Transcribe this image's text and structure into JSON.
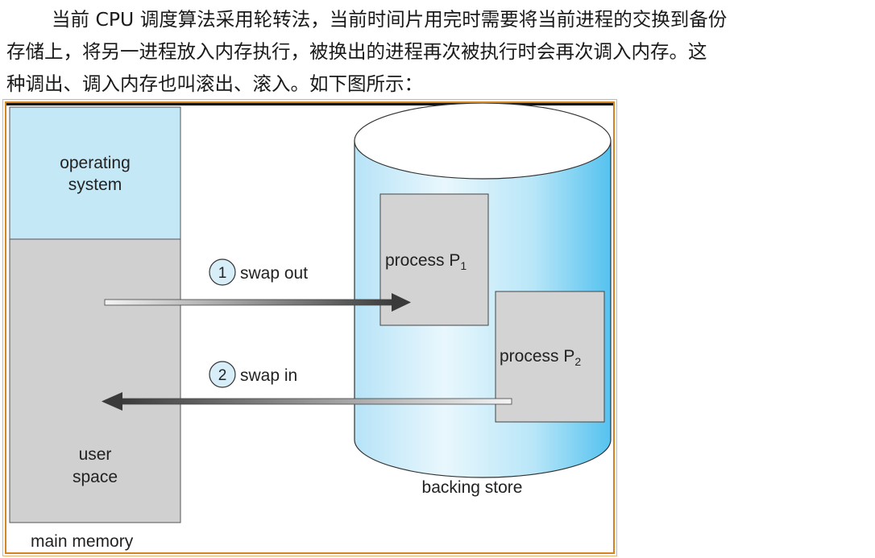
{
  "paragraph": {
    "line1": "当前 CPU 调度算法采用轮转法，当前时间片用完时需要将当前进程的交换到备份",
    "line2": "存储上，将另一进程放入内存执行，被换出的进程再次被执行时会再次调入内存。这",
    "line3": "种调出、调入内存也叫滚出、滚入。如下图所示："
  },
  "diagram": {
    "os_label_1": "operating",
    "os_label_2": "system",
    "user_label_1": "user",
    "user_label_2": "space",
    "main_memory_label": "main memory",
    "backing_store_label": "backing store",
    "p1_label": "process P",
    "p1_sub": "1",
    "p2_label": "process P",
    "p2_sub": "2",
    "step1_number": "1",
    "step1_label": "swap out",
    "step2_number": "2",
    "step2_label": "swap in"
  },
  "colors": {
    "os_fill": "#c5e8f7",
    "user_fill": "#d0d0d0",
    "process_fill": "#d3d3d3",
    "cylinder_light": "#e6f5fd",
    "cylinder_dark": "#63c8f0",
    "frame_border": "#d6841f",
    "circle_fill": "#d7eef9"
  }
}
